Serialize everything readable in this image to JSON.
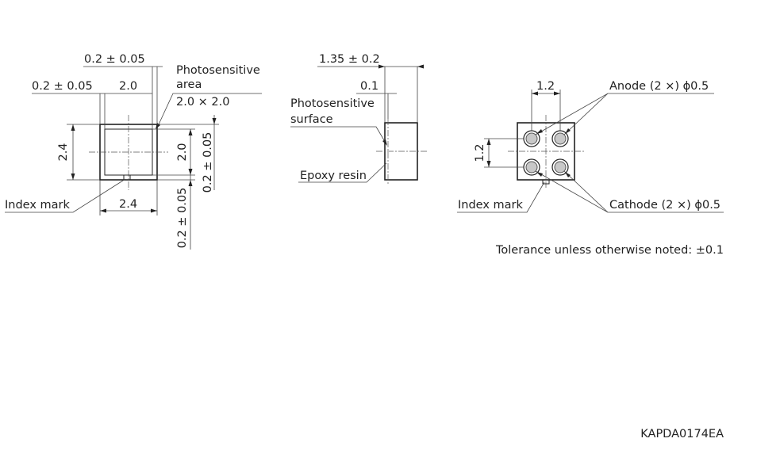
{
  "front_view": {
    "dim_top_right": "0.2 ± 0.05",
    "dim_top_left": "0.2 ± 0.05",
    "dim_active_width": "2.0",
    "label_photosensitive": "Photosensitive",
    "label_area": "area",
    "label_area_size": "2.0 × 2.0",
    "dim_height": "2.4",
    "dim_active_height": "2.0",
    "dim_right_margin": "0.2 ± 0.05",
    "dim_bottom_margin": "0.2 ± 0.05",
    "dim_width": "2.4",
    "label_index_mark": "Index mark"
  },
  "side_view": {
    "dim_thickness": "1.35 ± 0.2",
    "dim_offset": "0.1",
    "label_photosensitive": "Photosensitive",
    "label_surface": "surface",
    "label_epoxy": "Epoxy resin"
  },
  "bottom_view": {
    "dim_pitch_h": "1.2",
    "dim_pitch_v": "1.2",
    "label_anode": "Anode (2 ×) ϕ0.5",
    "label_cathode": "Cathode (2 ×) ϕ0.5",
    "label_index_mark": "Index mark"
  },
  "notes": {
    "tolerance": "Tolerance unless otherwise noted: ±0.1",
    "drawing_code": "KAPDA0174EA"
  }
}
